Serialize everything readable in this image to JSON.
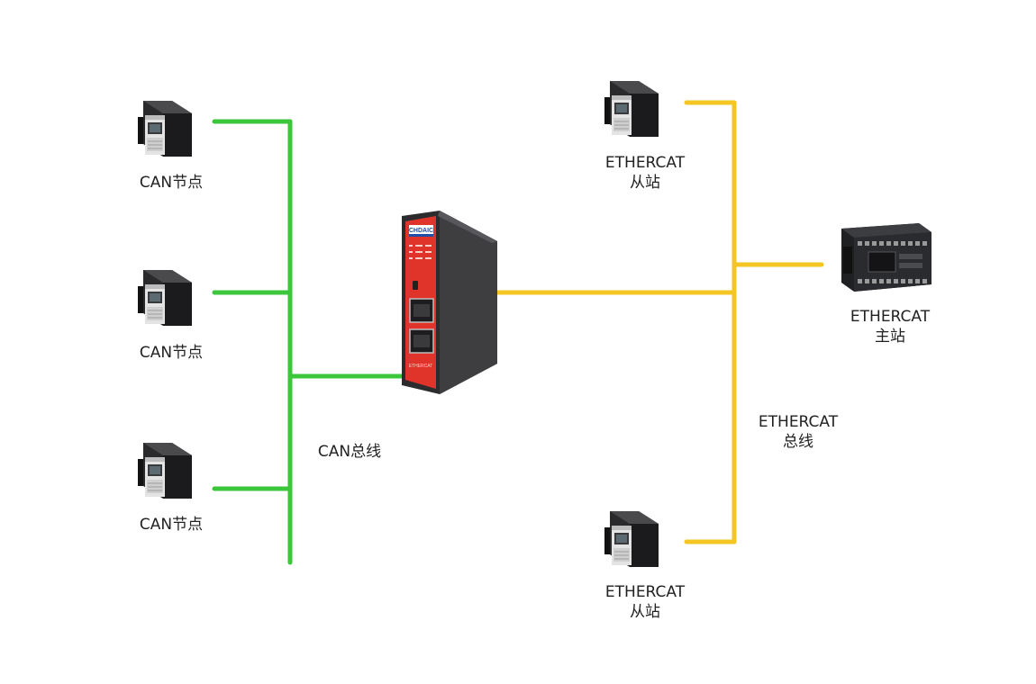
{
  "colors": {
    "can_bus": "#3cc63c",
    "ethercat_bus": "#f3c623",
    "gateway_front": "#e0342b",
    "gateway_body": "#3a3a3c",
    "label_text": "#222222"
  },
  "labels": {
    "can_node": "CAN节点",
    "can_bus": "CAN总线",
    "ethercat_slave_line1": "ETHERCAT",
    "ethercat_slave_line2": "从站",
    "ethercat_master_line1": "ETHERCAT",
    "ethercat_master_line2": "主站",
    "ethercat_bus_line1": "ETHERCAT",
    "ethercat_bus_line2": "总线"
  },
  "gateway": {
    "brand": "CHDAIC",
    "port_label": "ETHERCAT"
  },
  "icons": {
    "servo_drive": "servo-drive-icon",
    "gateway": "gateway-icon",
    "plc": "plc-icon"
  }
}
